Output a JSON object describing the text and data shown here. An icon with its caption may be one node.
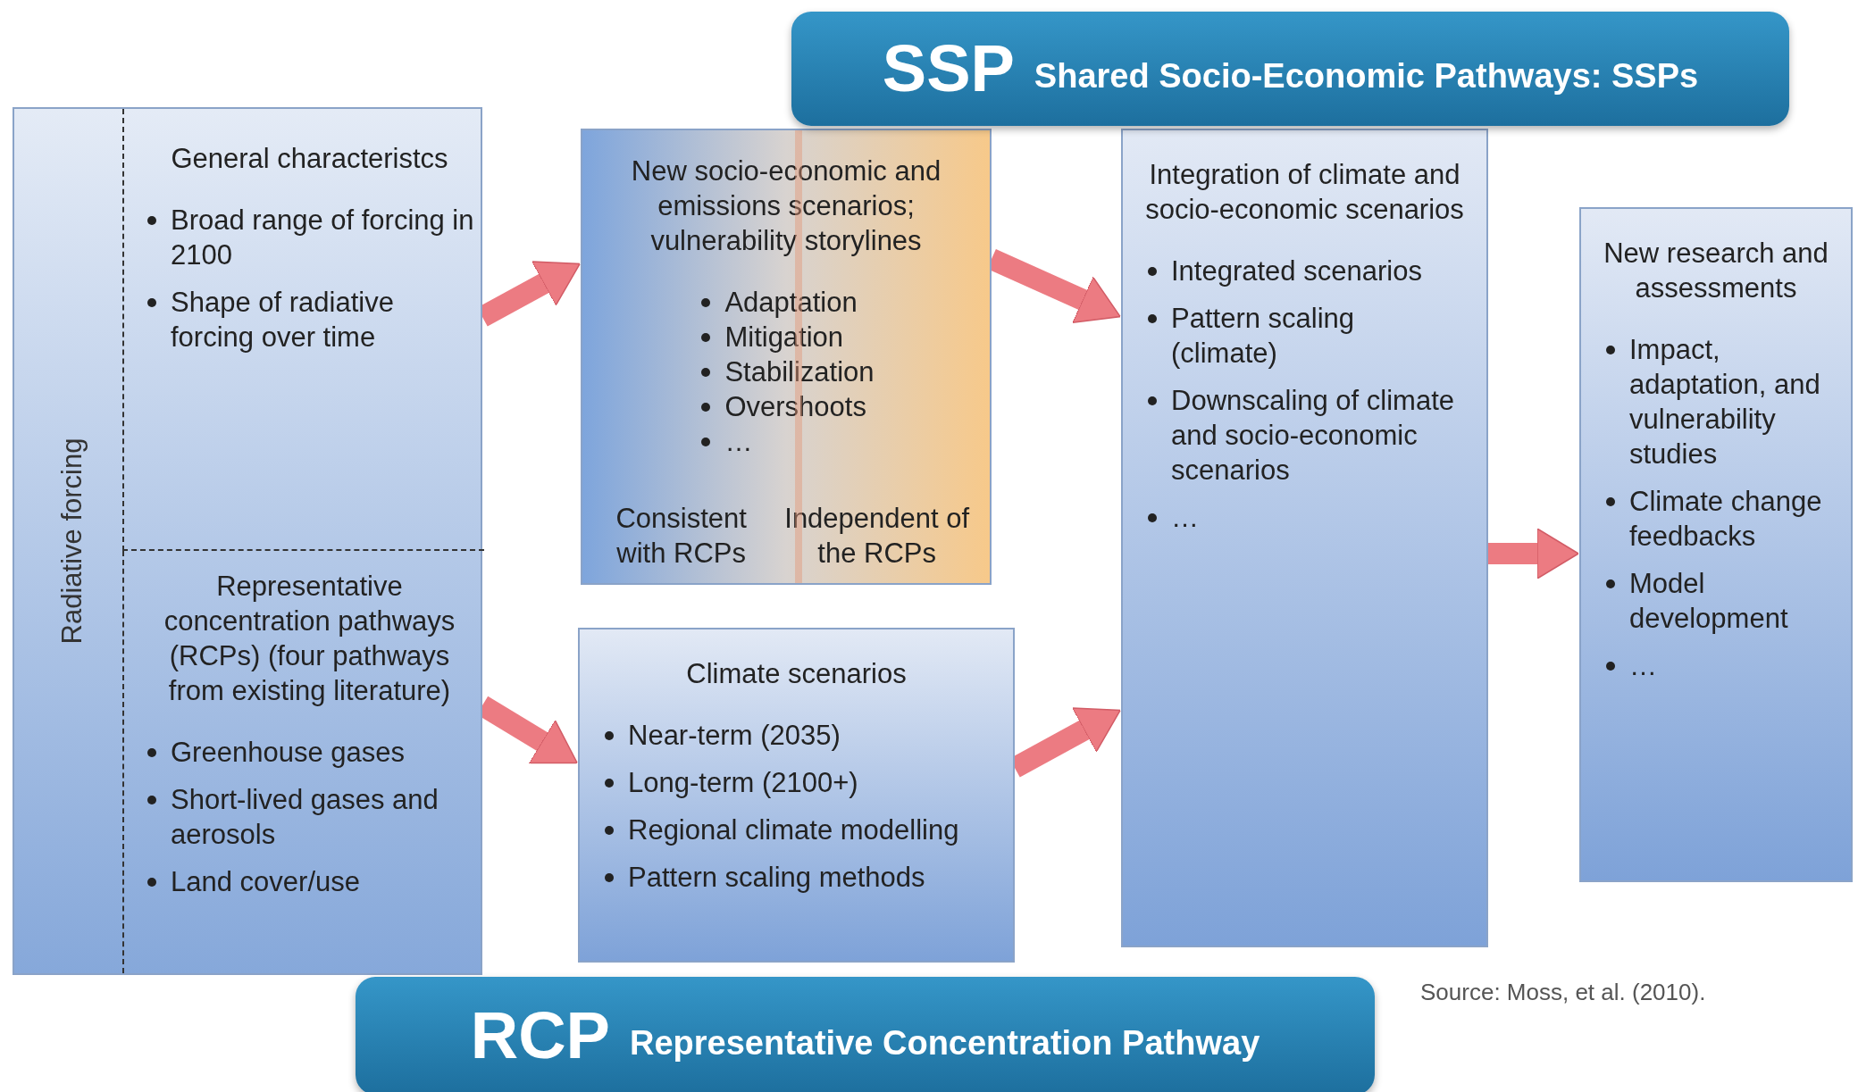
{
  "diagram": {
    "nodes": [
      {
        "text": [
          "Radiative forcing"
        ]
      },
      {
        "text": [
          "General characteristcs",
          "Broad range of forcing in 2100",
          "Shape of radiative forcing over time"
        ],
        "in": 0
      },
      {
        "text": [
          "Representative concentration pathways (RCPs) (four pathways from existing literature)",
          "Greenhouse gases",
          "Short-lived gases and aerosols",
          "Land cover/use"
        ],
        "in": 0
      },
      {
        "text": [
          "New socio-economic and emissions scenarios; vulnerability storylines",
          "Adaptation",
          "Mitigation",
          "Stabilization",
          "Overshoots",
          "…",
          "Consistent with RCPs",
          "Independent of the RCPs"
        ]
      },
      {
        "text": [
          "Climate scenarios",
          "Near-term (2035)",
          "Long-term (2100+)",
          "Regional climate modelling",
          "Pattern scaling methods"
        ]
      },
      {
        "text": [
          "Integration of climate and socio-economic scenarios",
          "Integrated scenarios",
          "Pattern scaling (climate)",
          "Downscaling of climate and socio-economic scenarios",
          "…"
        ]
      },
      {
        "text": [
          "New research and assessments",
          "Impact, adaptation, and vulnerability studies",
          "Climate change feedbacks",
          "Model development",
          "…"
        ]
      },
      {
        "text": [
          "SSP",
          "Shared Socio-Economic Pathways: SSPs"
        ]
      },
      {
        "text": [
          "RCP",
          "Representative Concentration Pathway"
        ]
      }
    ],
    "edges": [
      {
        "from": 1,
        "to": 3,
        "arrow": "to"
      },
      {
        "from": 2,
        "to": 4,
        "arrow": "to"
      },
      {
        "from": 3,
        "to": 5,
        "arrow": "to"
      },
      {
        "from": 4,
        "to": 5,
        "arrow": "to"
      },
      {
        "from": 5,
        "to": 6,
        "arrow": "to"
      }
    ],
    "labels": [
      "Source: Moss, et al. (2010)."
    ]
  }
}
